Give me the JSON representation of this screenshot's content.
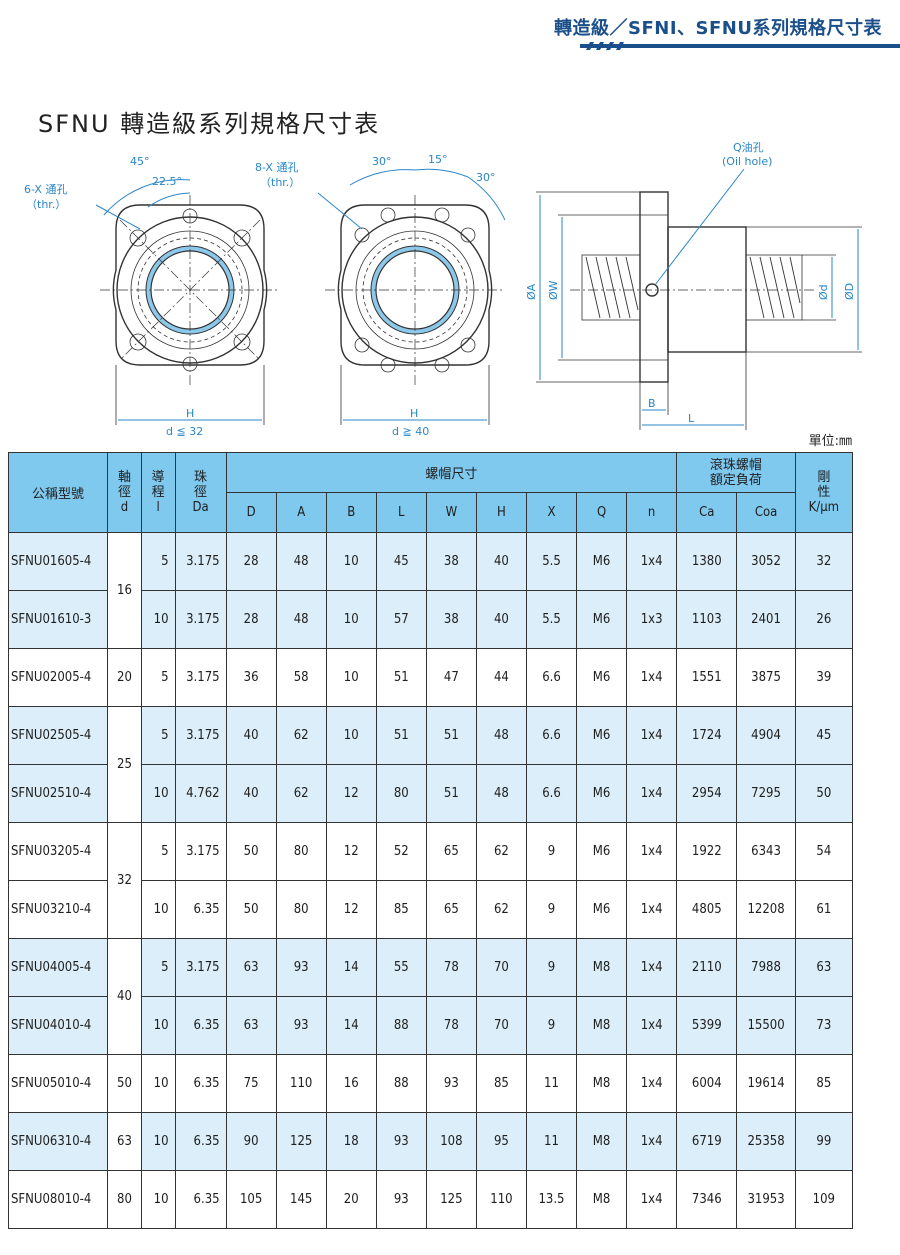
{
  "header": {
    "title": "轉造級／SFNI、SFNU系列規格尺寸表"
  },
  "page_title": "SFNU 轉造級系列規格尺寸表",
  "drawings": {
    "left": {
      "angle1": "45°",
      "angle2": "22.5°",
      "hole_label": "6-X 通孔",
      "hole_label2": "（thr.）",
      "h_label": "H",
      "d_label": "d ≦ 32"
    },
    "middle": {
      "angle1": "30°",
      "angle2": "15°",
      "angle3": "30°",
      "hole_label": "8-X 通孔",
      "hole_label2": "（thr.）",
      "h_label": "H",
      "d_label": "d ≧ 40"
    },
    "right": {
      "oil_label": "Q油孔",
      "oil_label2": "(Oil hole)",
      "dim_A": "ØA",
      "dim_W": "ØW",
      "dim_d": "Ød",
      "dim_D": "ØD",
      "dim_B": "B",
      "dim_L": "L"
    }
  },
  "unit_label": "單位:㎜",
  "table": {
    "header": {
      "model": "公稱型號",
      "shaft": "軸徑d",
      "lead": "導程l",
      "ball": "珠徑Da",
      "nut_dims": "螺帽尺寸",
      "load_title1": "滾珠螺帽",
      "load_title2": "額定負荷",
      "stiff_title": "剛性",
      "stiff_unit": "K/μm",
      "cols": [
        "D",
        "A",
        "B",
        "L",
        "W",
        "H",
        "X",
        "Q",
        "n"
      ],
      "ca": "Ca",
      "coa": "Coa",
      "shaft_c1": "軸",
      "shaft_c2": "徑",
      "shaft_c3": "d",
      "lead_c1": "導",
      "lead_c2": "程",
      "lead_c3": "l",
      "ball_c1": "珠",
      "ball_c2": "徑",
      "ball_c3": "Da",
      "stiff_c1": "剛",
      "stiff_c2": "性"
    },
    "rows": [
      {
        "model": "SFNU01605-4",
        "d": "16",
        "l": "5",
        "Da": "3.175",
        "D": "28",
        "A": "48",
        "B": "10",
        "L": "45",
        "W": "38",
        "H": "40",
        "X": "5.5",
        "Q": "M6",
        "n": "1x4",
        "Ca": "1380",
        "Coa": "3052",
        "K": "32"
      },
      {
        "model": "SFNU01610-3",
        "d": "",
        "l": "10",
        "Da": "3.175",
        "D": "28",
        "A": "48",
        "B": "10",
        "L": "57",
        "W": "38",
        "H": "40",
        "X": "5.5",
        "Q": "M6",
        "n": "1x3",
        "Ca": "1103",
        "Coa": "2401",
        "K": "26"
      },
      {
        "model": "SFNU02005-4",
        "d": "20",
        "l": "5",
        "Da": "3.175",
        "D": "36",
        "A": "58",
        "B": "10",
        "L": "51",
        "W": "47",
        "H": "44",
        "X": "6.6",
        "Q": "M6",
        "n": "1x4",
        "Ca": "1551",
        "Coa": "3875",
        "K": "39"
      },
      {
        "model": "SFNU02505-4",
        "d": "25",
        "l": "5",
        "Da": "3.175",
        "D": "40",
        "A": "62",
        "B": "10",
        "L": "51",
        "W": "51",
        "H": "48",
        "X": "6.6",
        "Q": "M6",
        "n": "1x4",
        "Ca": "1724",
        "Coa": "4904",
        "K": "45"
      },
      {
        "model": "SFNU02510-4",
        "d": "",
        "l": "10",
        "Da": "4.762",
        "D": "40",
        "A": "62",
        "B": "12",
        "L": "80",
        "W": "51",
        "H": "48",
        "X": "6.6",
        "Q": "M6",
        "n": "1x4",
        "Ca": "2954",
        "Coa": "7295",
        "K": "50"
      },
      {
        "model": "SFNU03205-4",
        "d": "32",
        "l": "5",
        "Da": "3.175",
        "D": "50",
        "A": "80",
        "B": "12",
        "L": "52",
        "W": "65",
        "H": "62",
        "X": "9",
        "Q": "M6",
        "n": "1x4",
        "Ca": "1922",
        "Coa": "6343",
        "K": "54"
      },
      {
        "model": "SFNU03210-4",
        "d": "",
        "l": "10",
        "Da": "6.35",
        "D": "50",
        "A": "80",
        "B": "12",
        "L": "85",
        "W": "65",
        "H": "62",
        "X": "9",
        "Q": "M6",
        "n": "1x4",
        "Ca": "4805",
        "Coa": "12208",
        "K": "61"
      },
      {
        "model": "SFNU04005-4",
        "d": "40",
        "l": "5",
        "Da": "3.175",
        "D": "63",
        "A": "93",
        "B": "14",
        "L": "55",
        "W": "78",
        "H": "70",
        "X": "9",
        "Q": "M8",
        "n": "1x4",
        "Ca": "2110",
        "Coa": "7988",
        "K": "63"
      },
      {
        "model": "SFNU04010-4",
        "d": "",
        "l": "10",
        "Da": "6.35",
        "D": "63",
        "A": "93",
        "B": "14",
        "L": "88",
        "W": "78",
        "H": "70",
        "X": "9",
        "Q": "M8",
        "n": "1x4",
        "Ca": "5399",
        "Coa": "15500",
        "K": "73"
      },
      {
        "model": "SFNU05010-4",
        "d": "50",
        "l": "10",
        "Da": "6.35",
        "D": "75",
        "A": "110",
        "B": "16",
        "L": "88",
        "W": "93",
        "H": "85",
        "X": "11",
        "Q": "M8",
        "n": "1x4",
        "Ca": "6004",
        "Coa": "19614",
        "K": "85"
      },
      {
        "model": "SFNU06310-4",
        "d": "63",
        "l": "10",
        "Da": "6.35",
        "D": "90",
        "A": "125",
        "B": "18",
        "L": "93",
        "W": "108",
        "H": "95",
        "X": "11",
        "Q": "M8",
        "n": "1x4",
        "Ca": "6719",
        "Coa": "25358",
        "K": "99"
      },
      {
        "model": "SFNU08010-4",
        "d": "80",
        "l": "10",
        "Da": "6.35",
        "D": "105",
        "A": "145",
        "B": "20",
        "L": "93",
        "W": "125",
        "H": "110",
        "X": "13.5",
        "Q": "M8",
        "n": "1x4",
        "Ca": "7346",
        "Coa": "31953",
        "K": "109"
      }
    ]
  }
}
